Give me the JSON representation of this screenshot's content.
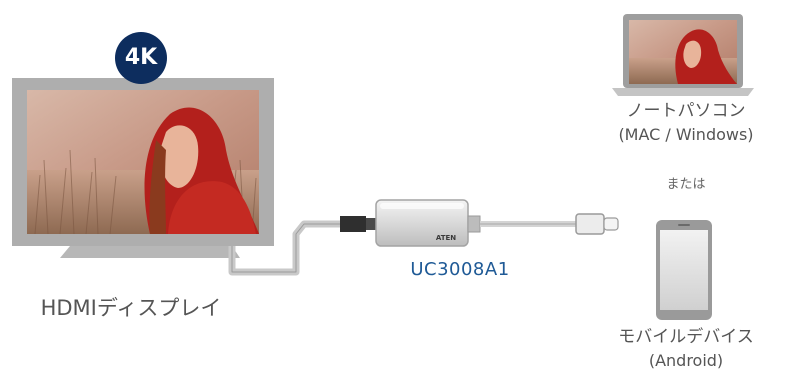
{
  "badge": {
    "text": "4K",
    "color": "#0d2d5e"
  },
  "display": {
    "label": "HDMIディスプレイ"
  },
  "adapter": {
    "brand": "ATEN",
    "model": "UC3008A1",
    "model_color": "#1f5a96"
  },
  "laptop": {
    "label_line1": "ノートパソコン",
    "label_line2": "(MAC / Windows)"
  },
  "separator": {
    "text": "または"
  },
  "mobile": {
    "label_line1": "モバイルデバイス",
    "label_line2": "(Android)"
  },
  "icons": [
    "tv-icon",
    "hdmi-plug-icon",
    "adapter-icon",
    "usb-c-plug-icon",
    "laptop-icon",
    "smartphone-icon"
  ]
}
